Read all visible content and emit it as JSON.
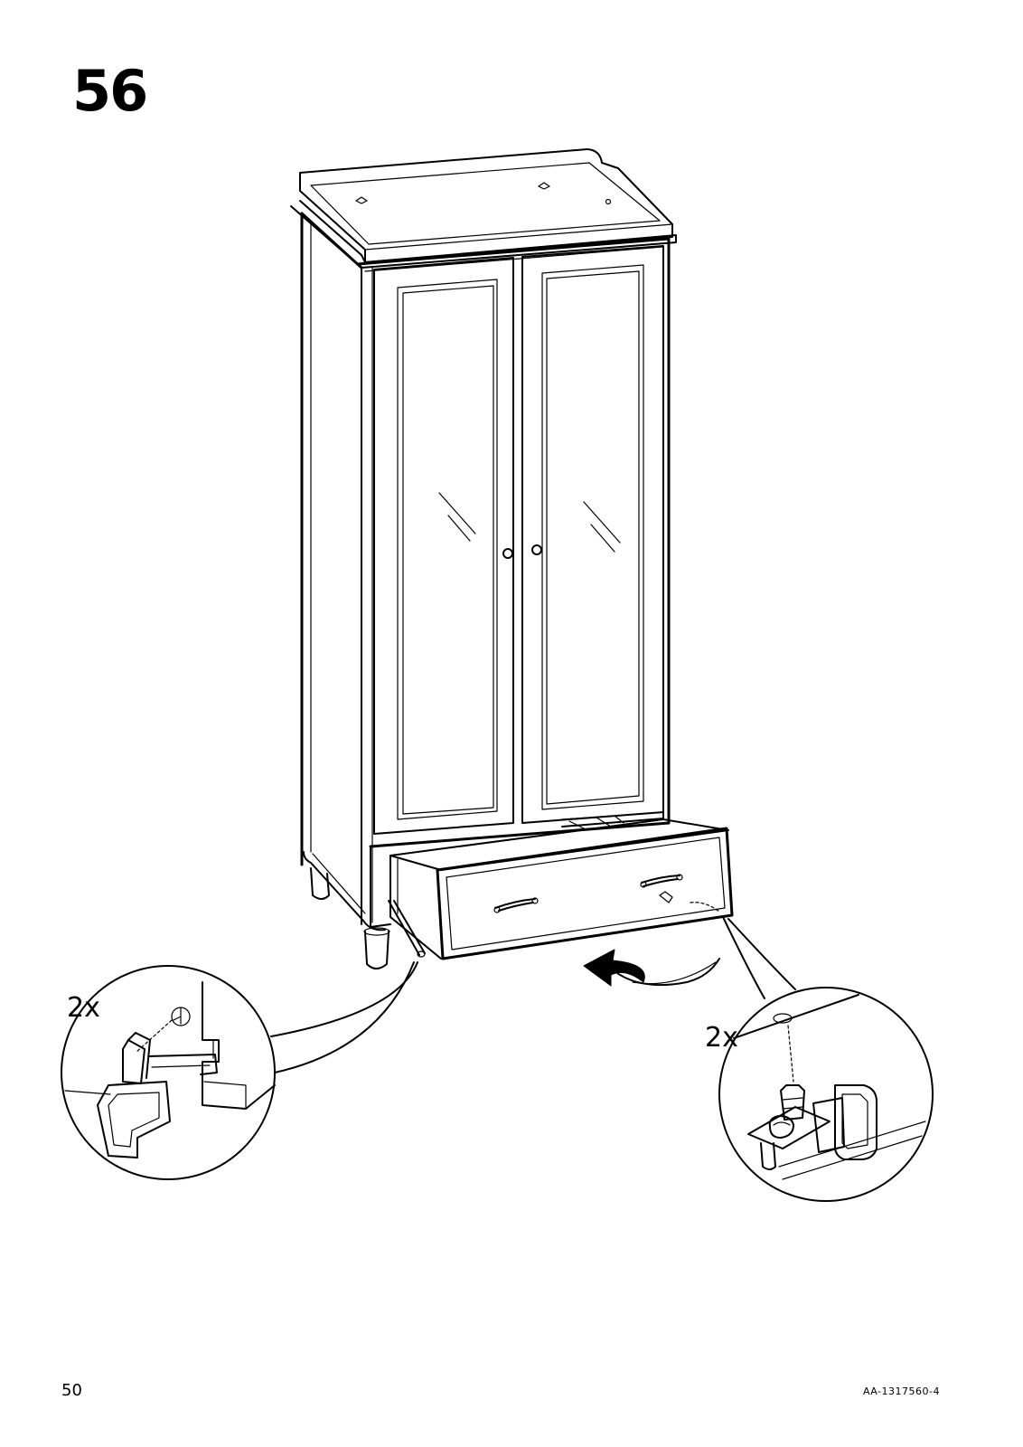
{
  "step": {
    "number": "56"
  },
  "details": {
    "left": {
      "quantity": "2x"
    },
    "right": {
      "quantity": "2x"
    }
  },
  "footer": {
    "page_number": "50",
    "doc_code": "AA-1317560-4"
  },
  "icons": [
    "drawer-insert-arrow",
    "magnifier-detail-circle"
  ]
}
